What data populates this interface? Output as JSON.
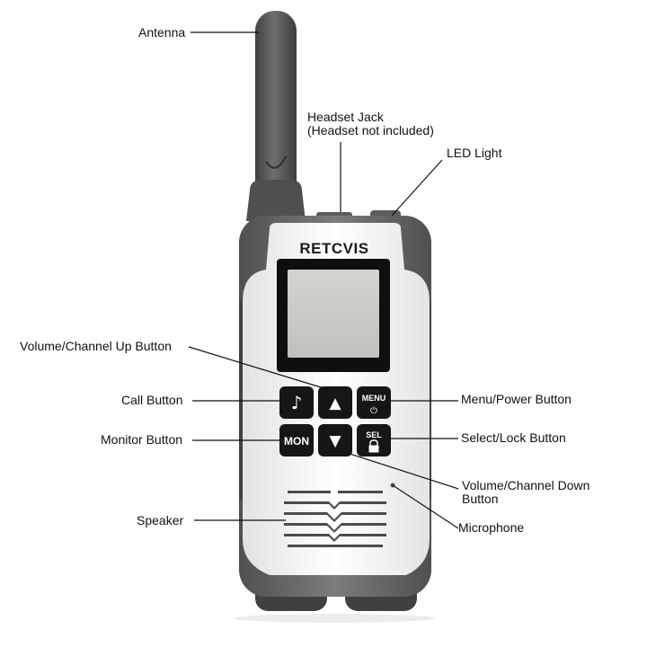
{
  "brand": "RETCVIS",
  "labels": {
    "antenna": "Antenna",
    "headset_jack_line1": "Headset Jack",
    "headset_jack_line2": "(Headset not included)",
    "led_light": "LED Light",
    "volume_up": "Volume/Channel Up Button",
    "call_button": "Call Button",
    "monitor_button": "Monitor Button",
    "speaker": "Speaker",
    "menu_power": "Menu/Power Button",
    "select_lock": "Select/Lock Button",
    "volume_down_line1": "Volume/Channel Down",
    "volume_down_line2": "Button",
    "microphone": "Microphone"
  },
  "buttons": {
    "call_symbol": "♪",
    "up_symbol": "▲",
    "down_symbol": "▼",
    "menu_text": "MENU",
    "menu_power_symbol": "⏻",
    "monitor_text": "MON",
    "select_text": "SEL",
    "lock_symbol": "🔒"
  },
  "colors": {
    "body_gray": "#6b6e6b",
    "body_dark": "#4b4e4b",
    "face_white": "#f4f4f4",
    "screen_bezel": "#111111",
    "screen_lcd": "#c9cbc6",
    "button_black": "#161616",
    "label_text": "#111111"
  }
}
